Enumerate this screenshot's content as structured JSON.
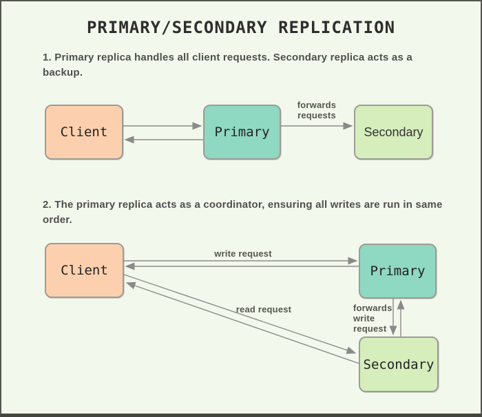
{
  "title": "PRIMARY/SECONDARY REPLICATION",
  "colors": {
    "background": "#f3f8ec",
    "client_fill": "#fcd0ae",
    "primary_fill": "#8fd8c2",
    "secondary_fill": "#d6edbc",
    "node_border": "#9c9c96",
    "arrow": "#8a8a8a"
  },
  "section1": {
    "heading": "1. Primary replica handles all client requests. Secondary replica acts as a backup.",
    "nodes": {
      "client": "Client",
      "primary": "Primary",
      "secondary": "Secondary"
    },
    "edge_labels": {
      "forwards_requests": "forwards requests"
    }
  },
  "section2": {
    "heading": "2. The primary replica acts as a coordinator, ensuring all writes are run in same order.",
    "nodes": {
      "client": "Client",
      "primary": "Primary",
      "secondary": "Secondary"
    },
    "edge_labels": {
      "write_request": "write request",
      "read_request": "read request",
      "forwards_write_request": "forwards write request"
    }
  }
}
